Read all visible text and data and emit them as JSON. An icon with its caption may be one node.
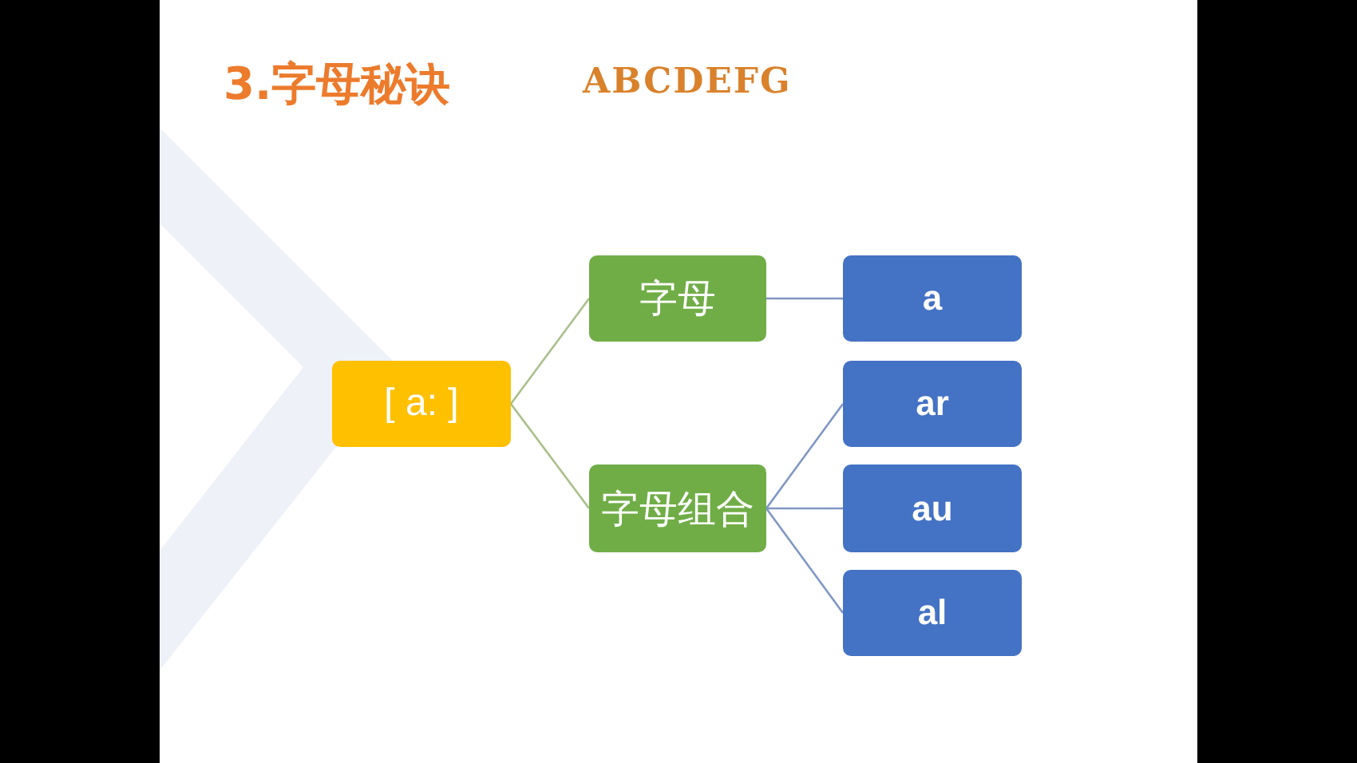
{
  "diagram": {
    "title": "3.字母秘诀",
    "nodes": [
      {
        "text": [
          "[ a: ]"
        ]
      },
      {
        "text": [
          "字母"
        ]
      },
      {
        "text": [
          "字母组合"
        ]
      },
      {
        "text": [
          "a"
        ]
      },
      {
        "text": [
          "ar"
        ]
      },
      {
        "text": [
          "au"
        ]
      },
      {
        "text": [
          "al"
        ]
      }
    ],
    "edges": [
      {
        "from": 0,
        "to": 1,
        "arrow": "none",
        "color": "#a9c08a"
      },
      {
        "from": 0,
        "to": 2,
        "arrow": "none",
        "color": "#a9c08a"
      },
      {
        "from": 1,
        "to": 3,
        "arrow": "none"
      },
      {
        "from": 2,
        "to": 4,
        "arrow": "none"
      },
      {
        "from": 2,
        "to": 5,
        "arrow": "none"
      },
      {
        "from": 2,
        "to": 6,
        "arrow": "none"
      }
    ],
    "labels": [
      "ABCDEFG"
    ]
  }
}
